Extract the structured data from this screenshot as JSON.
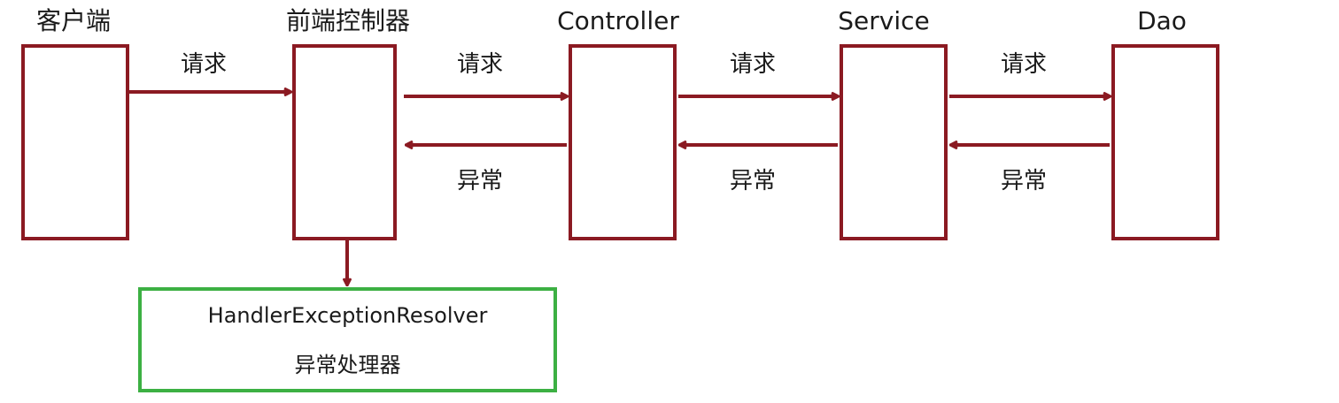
{
  "nodes": [
    {
      "title": "客户端"
    },
    {
      "title": "前端控制器"
    },
    {
      "title": "Controller"
    },
    {
      "title": "Service"
    },
    {
      "title": "Dao"
    }
  ],
  "edges": {
    "request_label": "请求",
    "exception_label": "异常"
  },
  "handler": {
    "name": "HandlerExceptionResolver",
    "subtitle": "异常处理器"
  },
  "colors": {
    "box_border": "#8b1a22",
    "arrow": "#8b1a22",
    "handler_border": "#3cb043"
  }
}
